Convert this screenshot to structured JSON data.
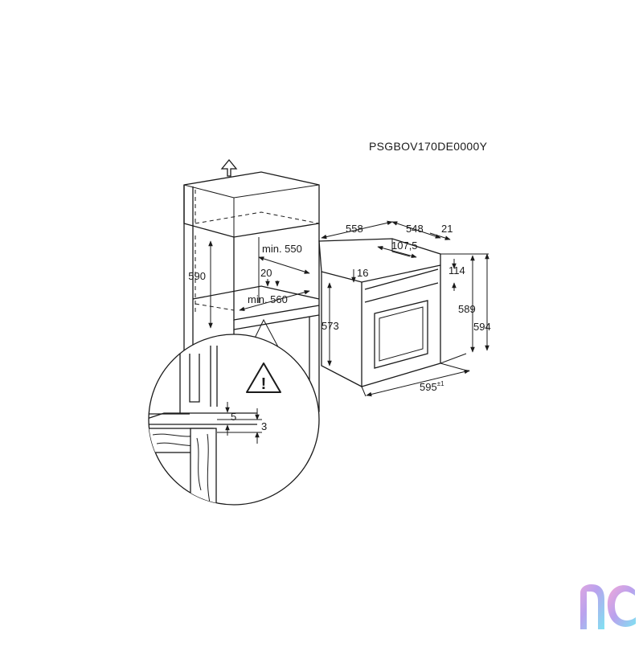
{
  "model_code": "PSGBOV170DE0000Y",
  "cabinet": {
    "dim_height": "590",
    "dim_depth_min": "min. 550",
    "dim_vent": "20",
    "dim_width_min": "min. 560"
  },
  "detail": {
    "dim_gap_top": "5",
    "dim_gap_bottom": "3",
    "warning_symbol": "!"
  },
  "oven": {
    "dim_depth_total": "558",
    "dim_depth_body": "548",
    "dim_front": "21",
    "dim_top_offset": "107,5",
    "dim_top_edge": "16",
    "dim_door_gap": "114",
    "dim_body_height": "573",
    "dim_front_height_inner": "589",
    "dim_front_height": "594",
    "dim_width": "595",
    "dim_width_tolerance": "±1"
  },
  "icons": {
    "up_arrow": "arrow-up-outline-icon",
    "warning": "warning-triangle-icon",
    "watermark": "brand-logo-watermark"
  },
  "colors": {
    "line": "#1a1a1a",
    "logo_gradient_start": "#f3a8d8",
    "logo_gradient_mid": "#b9a2ee",
    "logo_gradient_end": "#7fe3f2"
  }
}
